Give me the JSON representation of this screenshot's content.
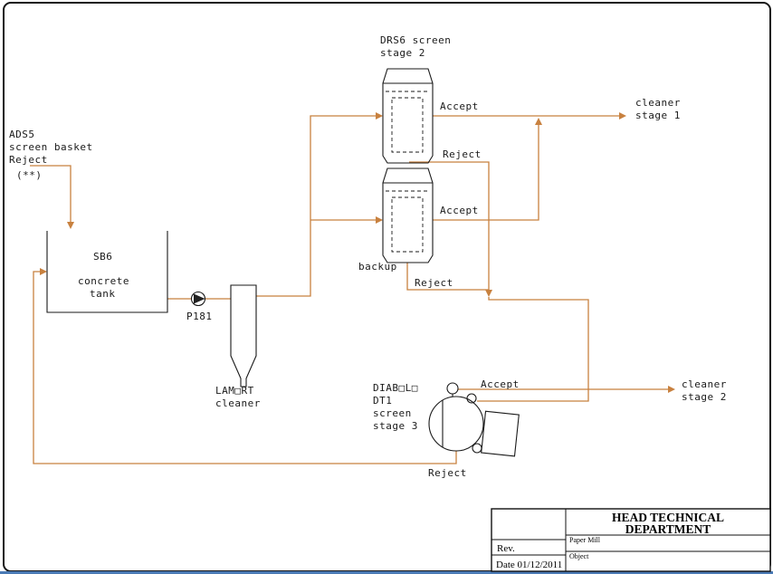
{
  "colors": {
    "pipe": "#c8813f",
    "ink": "#1a1a1a",
    "page": "#ffffff",
    "window_edge": "#4a7ab5"
  },
  "diagram": {
    "ads5": [
      "ADS5",
      "screen basket",
      "Reject",
      "(**)"
    ],
    "tank": [
      "SB6",
      "concrete",
      "tank"
    ],
    "pump": "P181",
    "lamort": [
      "LAM□RT",
      "cleaner"
    ],
    "drs6": [
      "DRS6 screen",
      "stage 2"
    ],
    "backup": "backup",
    "screen1_accept": "Accept",
    "screen1_reject": "Reject",
    "screen2_accept": "Accept",
    "screen2_reject": "Reject",
    "cleaner_stage1": [
      "cleaner",
      "stage 1"
    ],
    "diabolo": [
      "DIAB□L□",
      "DT1",
      "screen",
      "stage 3"
    ],
    "diabolo_accept": "Accept",
    "diabolo_reject": "Reject",
    "cleaner_stage2": [
      "cleaner",
      "stage 2"
    ]
  },
  "title_block": {
    "title": [
      "HEAD TECHNICAL",
      "DEPARTMENT"
    ],
    "rev": "Rev.",
    "company": "Paper Mill",
    "object": "Object",
    "date": "Date 01/12/2011"
  }
}
